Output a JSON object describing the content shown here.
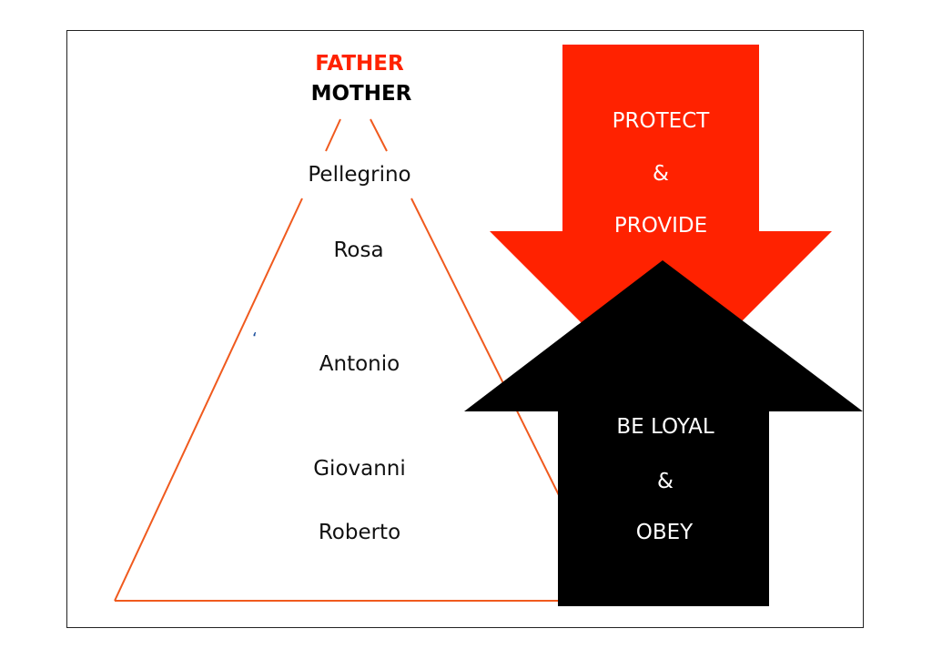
{
  "colors": {
    "accent_red": "#ff2200",
    "triangle_line": "#f05a1e",
    "black": "#000000",
    "mark_blue": "#1a4f9c"
  },
  "hierarchy": {
    "top_labels": {
      "father": "FATHER",
      "mother": "MOTHER"
    },
    "names": [
      "Pellegrino",
      "Rosa",
      "Antonio",
      "Giovanni",
      "Roberto"
    ],
    "stray_mark": "‘"
  },
  "down_arrow": {
    "line1": "PROTECT",
    "line2": "&",
    "line3": "PROVIDE"
  },
  "up_arrow": {
    "line1": "BE LOYAL",
    "line2": "&",
    "line3": "OBEY"
  }
}
